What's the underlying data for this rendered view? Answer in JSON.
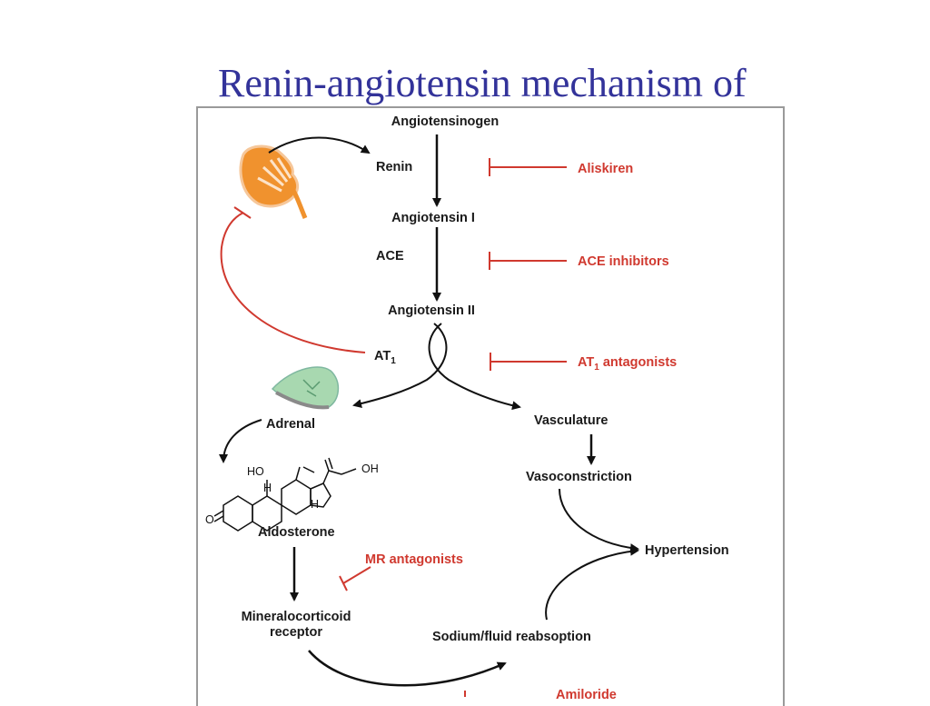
{
  "slide": {
    "title": "Renin-angiotensin mechanism of"
  },
  "diagram": {
    "nodes": {
      "angiotensinogen": "Angiotensinogen",
      "renin": "Renin",
      "angiotensin_1": "Angiotensin I",
      "ace": "ACE",
      "angiotensin_2": "Angiotensin II",
      "at1_prefix": "AT",
      "at1_sub": "1",
      "adrenal": "Adrenal",
      "vasculature": "Vasculature",
      "vasoconstriction": "Vasoconstriction",
      "aldosterone": "Aldosterone",
      "hypertension": "Hypertension",
      "mineralocorticoid_line1": "Mineralocorticoid",
      "mineralocorticoid_line2": "receptor",
      "sodium": "Sodium/fluid reabsoption"
    },
    "inhibitors": {
      "aliskiren": "Aliskiren",
      "ace_inhibitors": "ACE inhibitors",
      "at1_prefix": "AT",
      "at1_sub": "1",
      "at1_suffix": " antagonists",
      "mr_antagonists": "MR antagonists",
      "amiloride": "Amiloride"
    },
    "aldosterone_structure_labels": {
      "ho": "HO",
      "h1": "H",
      "h2": "H",
      "oh": "OH",
      "o": "O"
    },
    "colors": {
      "inhibitor": "#d0392f",
      "kidney": "#f0922e",
      "adrenal": "#a8d8b0",
      "title": "#33339a"
    }
  }
}
